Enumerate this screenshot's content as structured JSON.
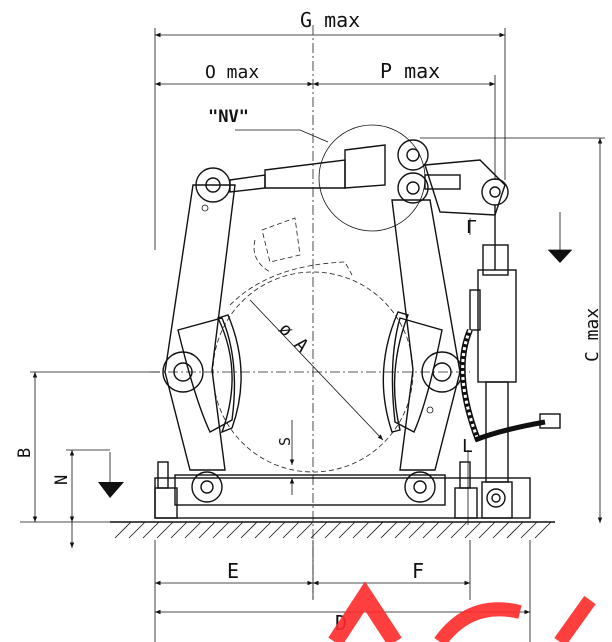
{
  "labels": {
    "g_max": "G max",
    "o_max": "O max",
    "p_max": "P max",
    "nv": "\"NV\"",
    "c_max": "C max",
    "dia_a": "ø A",
    "s": "S",
    "b": "B",
    "n": "N",
    "e": "E",
    "f": "F",
    "d": "D"
  },
  "colors": {
    "line": "#111111",
    "watermark": "#ff2a2a"
  }
}
